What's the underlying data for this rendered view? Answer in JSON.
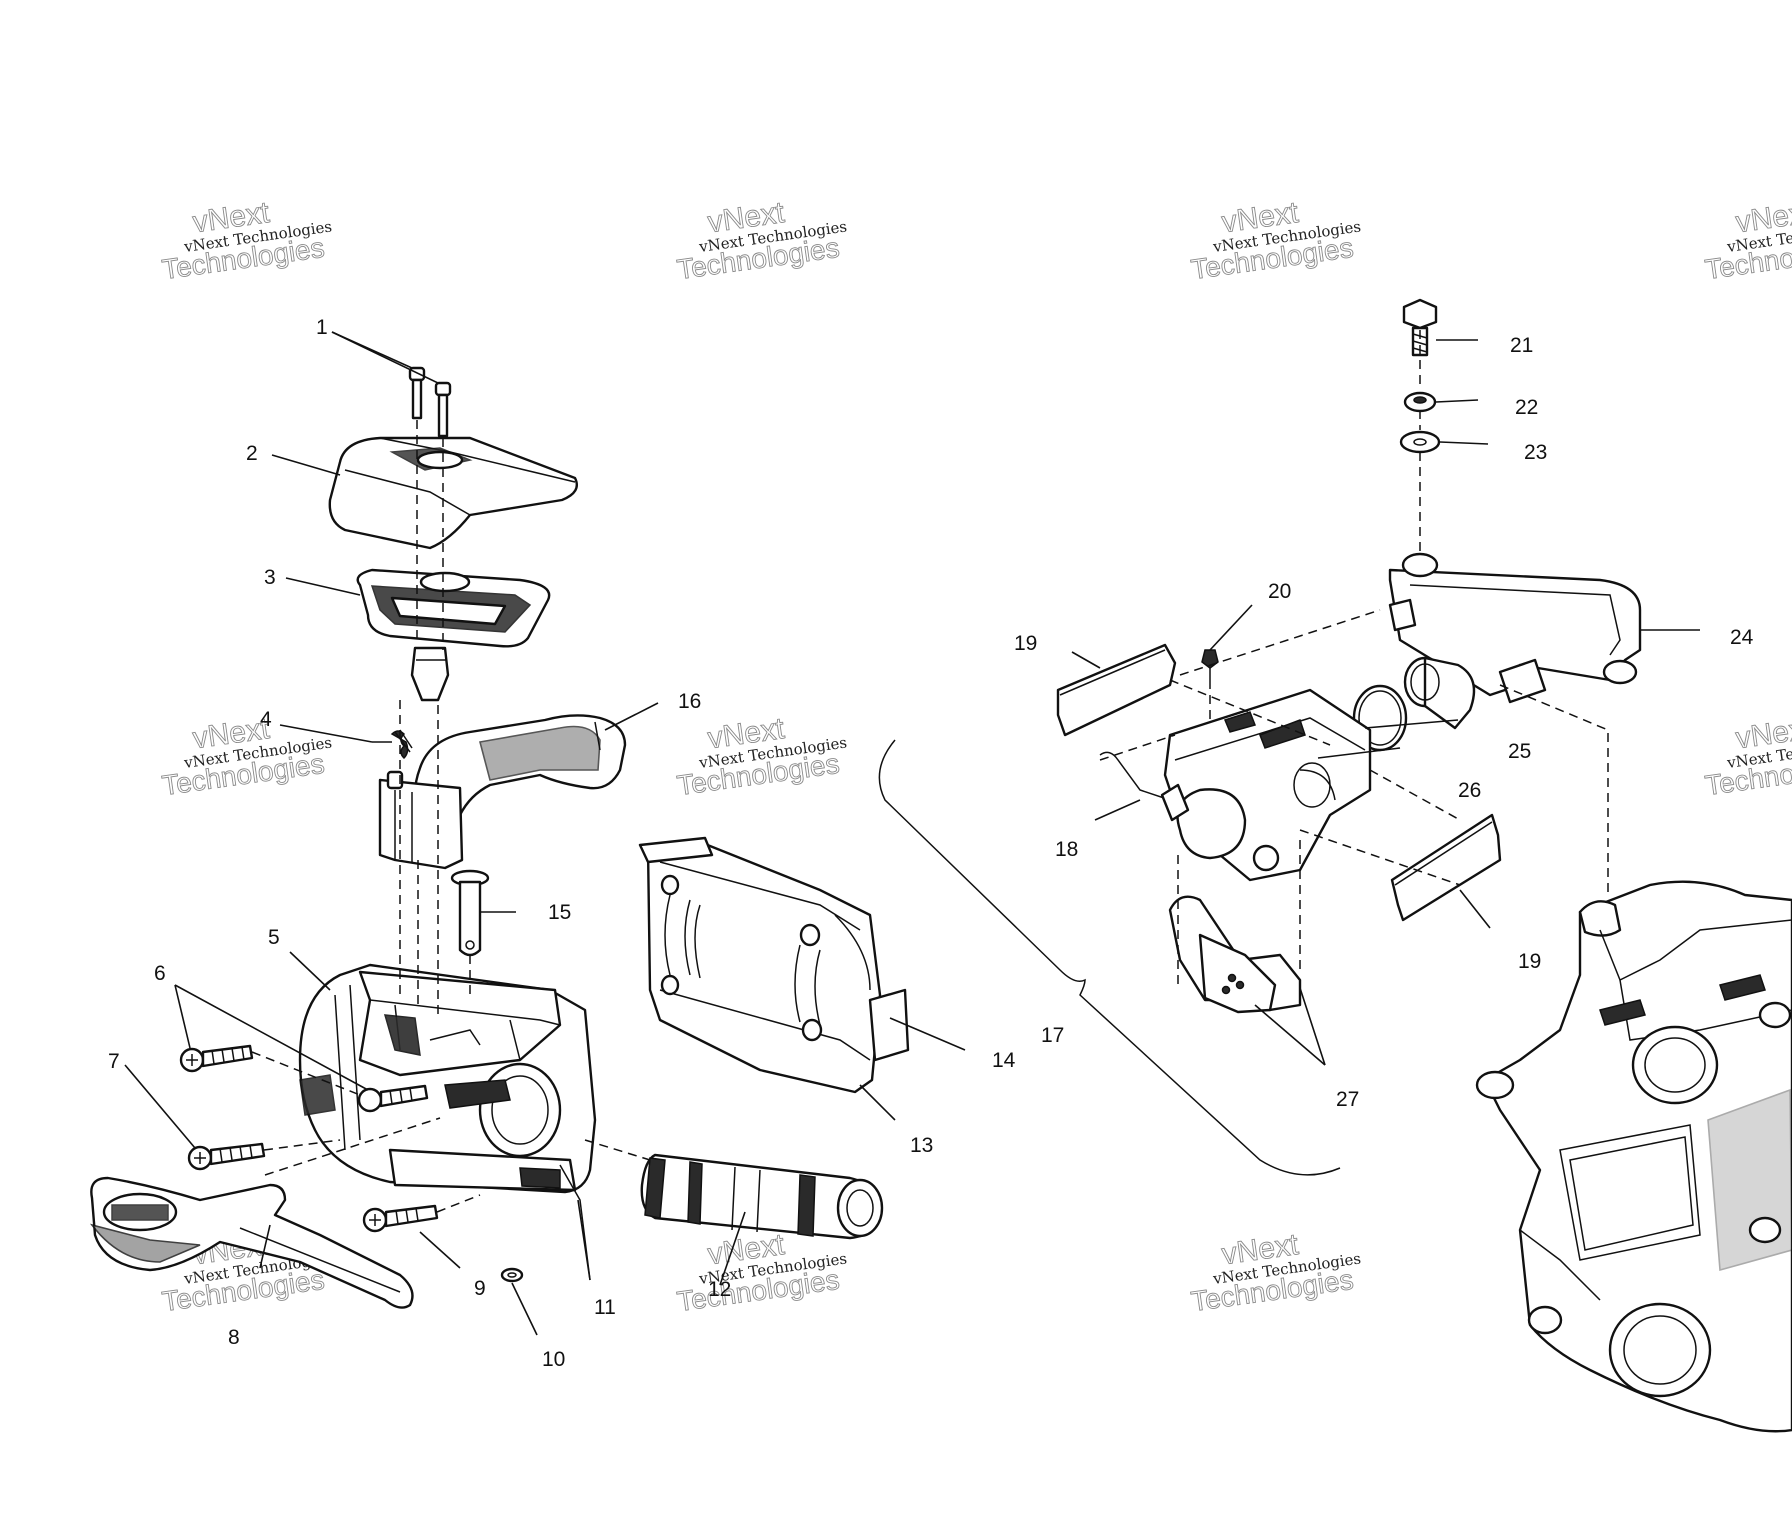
{
  "callouts": [
    "1",
    "2",
    "3",
    "4",
    "5",
    "6",
    "7",
    "8",
    "9",
    "10",
    "11",
    "12",
    "13",
    "14",
    "15",
    "16",
    "17",
    "18",
    "19",
    "19",
    "20",
    "21",
    "22",
    "23",
    "24",
    "25",
    "26",
    "27"
  ],
  "watermark": {
    "line1": "vNext Technologies",
    "line2": "vNext",
    "line3": "Technologies"
  },
  "colors": {
    "ink": "#111111",
    "shade": "#8d8d8d",
    "watermark": "#8a8a8a",
    "background": "#ffffff"
  }
}
